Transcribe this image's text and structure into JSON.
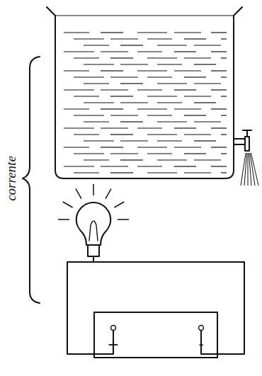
{
  "diagram": {
    "nodes": [
      {
        "text": [
          "+",
          "-"
        ]
      }
    ],
    "labels": [
      "corrente"
    ]
  }
}
